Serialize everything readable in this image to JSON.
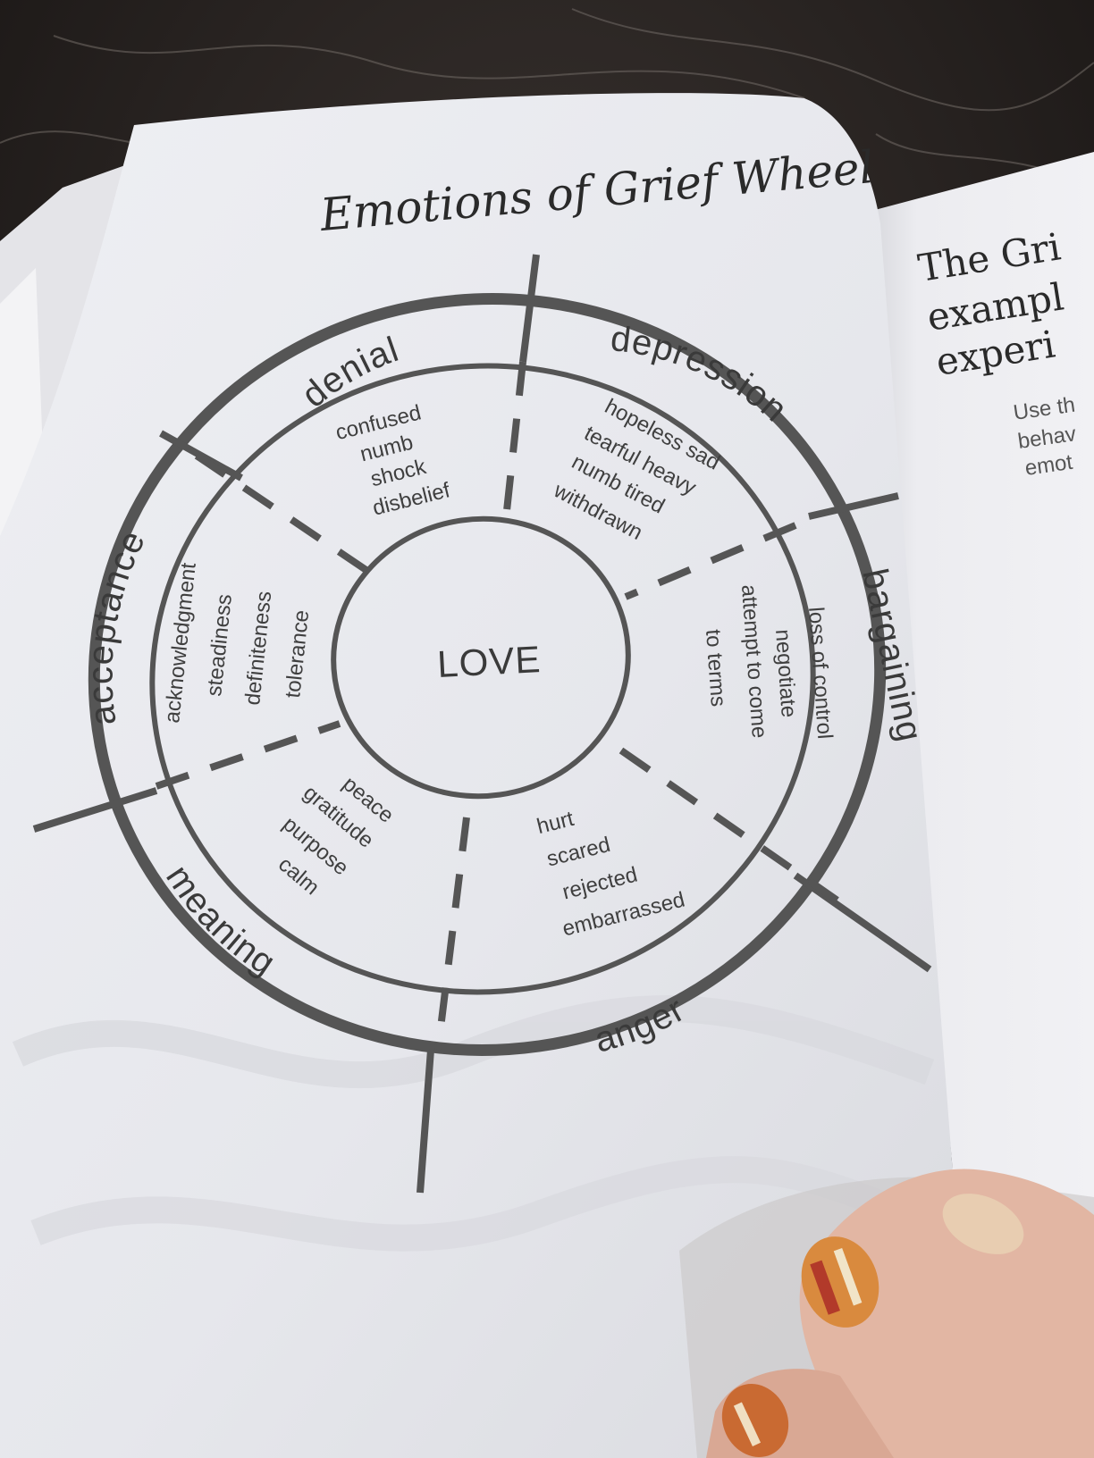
{
  "page": {
    "title": "Emotions of Grief Wheel"
  },
  "wheel": {
    "center": "LOVE",
    "segments": [
      {
        "stage": "denial",
        "emotions": [
          "confused",
          "numb",
          "shock",
          "disbelief"
        ]
      },
      {
        "stage": "depression",
        "emotions": [
          "hopeless sad",
          "tearful heavy",
          "numb tired",
          "withdrawn"
        ]
      },
      {
        "stage": "bargaining",
        "emotions": [
          "loss of control",
          "negotiate",
          "attempt to come",
          "to terms"
        ]
      },
      {
        "stage": "anger",
        "emotions": [
          "hurt",
          "scared",
          "rejected",
          "embarrassed"
        ]
      },
      {
        "stage": "meaning",
        "emotions": [
          "peace",
          "gratitude",
          "purpose",
          "calm"
        ]
      },
      {
        "stage": "acceptance",
        "emotions": [
          "acknowledgment",
          "steadiness",
          "definiteness",
          "tolerance"
        ]
      }
    ]
  },
  "right_page": {
    "heading_lines": [
      "The Gri",
      "exampl",
      "experi"
    ],
    "body_lines": [
      "Use th",
      "behav",
      "emot"
    ]
  }
}
